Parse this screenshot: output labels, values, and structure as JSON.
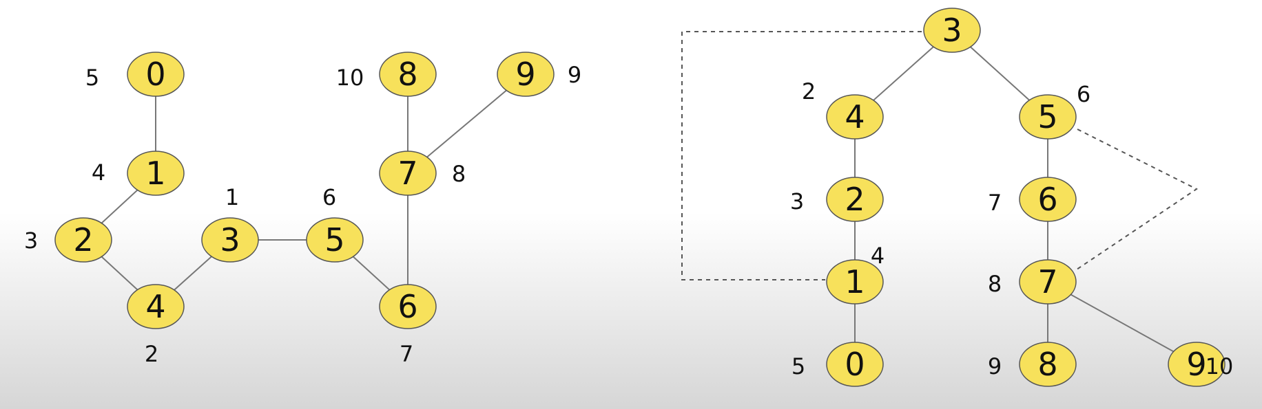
{
  "colors": {
    "node_fill": "#f7e15b",
    "node_stroke": "#555555",
    "edge": "#777777"
  },
  "graph": {
    "nodes": [
      {
        "id": "0",
        "order": "5"
      },
      {
        "id": "1",
        "order": "4"
      },
      {
        "id": "2",
        "order": "3"
      },
      {
        "id": "3",
        "order": "1"
      },
      {
        "id": "4",
        "order": "2"
      },
      {
        "id": "5",
        "order": "6"
      },
      {
        "id": "6",
        "order": "7"
      },
      {
        "id": "7",
        "order": "8"
      },
      {
        "id": "8",
        "order": "10"
      },
      {
        "id": "9",
        "order": "9"
      }
    ],
    "edges": [
      [
        "0",
        "1"
      ],
      [
        "1",
        "2"
      ],
      [
        "2",
        "4"
      ],
      [
        "4",
        "3"
      ],
      [
        "3",
        "5"
      ],
      [
        "5",
        "6"
      ],
      [
        "6",
        "7"
      ],
      [
        "7",
        "8"
      ],
      [
        "7",
        "9"
      ]
    ]
  },
  "tree": {
    "nodes": [
      {
        "id": "3",
        "order": ""
      },
      {
        "id": "4",
        "order": "2"
      },
      {
        "id": "5",
        "order": "6"
      },
      {
        "id": "2",
        "order": "3"
      },
      {
        "id": "6",
        "order": "7"
      },
      {
        "id": "1",
        "order": "4"
      },
      {
        "id": "7",
        "order": "8"
      },
      {
        "id": "0",
        "order": "5"
      },
      {
        "id": "8",
        "order": "9"
      },
      {
        "id": "9",
        "order": "10"
      }
    ],
    "edges": [
      [
        "3",
        "4"
      ],
      [
        "3",
        "5"
      ],
      [
        "4",
        "2"
      ],
      [
        "2",
        "1"
      ],
      [
        "1",
        "0"
      ],
      [
        "5",
        "6"
      ],
      [
        "6",
        "7"
      ],
      [
        "7",
        "8"
      ],
      [
        "7",
        "9"
      ]
    ],
    "back_edges": [
      [
        "3",
        "1"
      ],
      [
        "5",
        "7"
      ]
    ]
  }
}
